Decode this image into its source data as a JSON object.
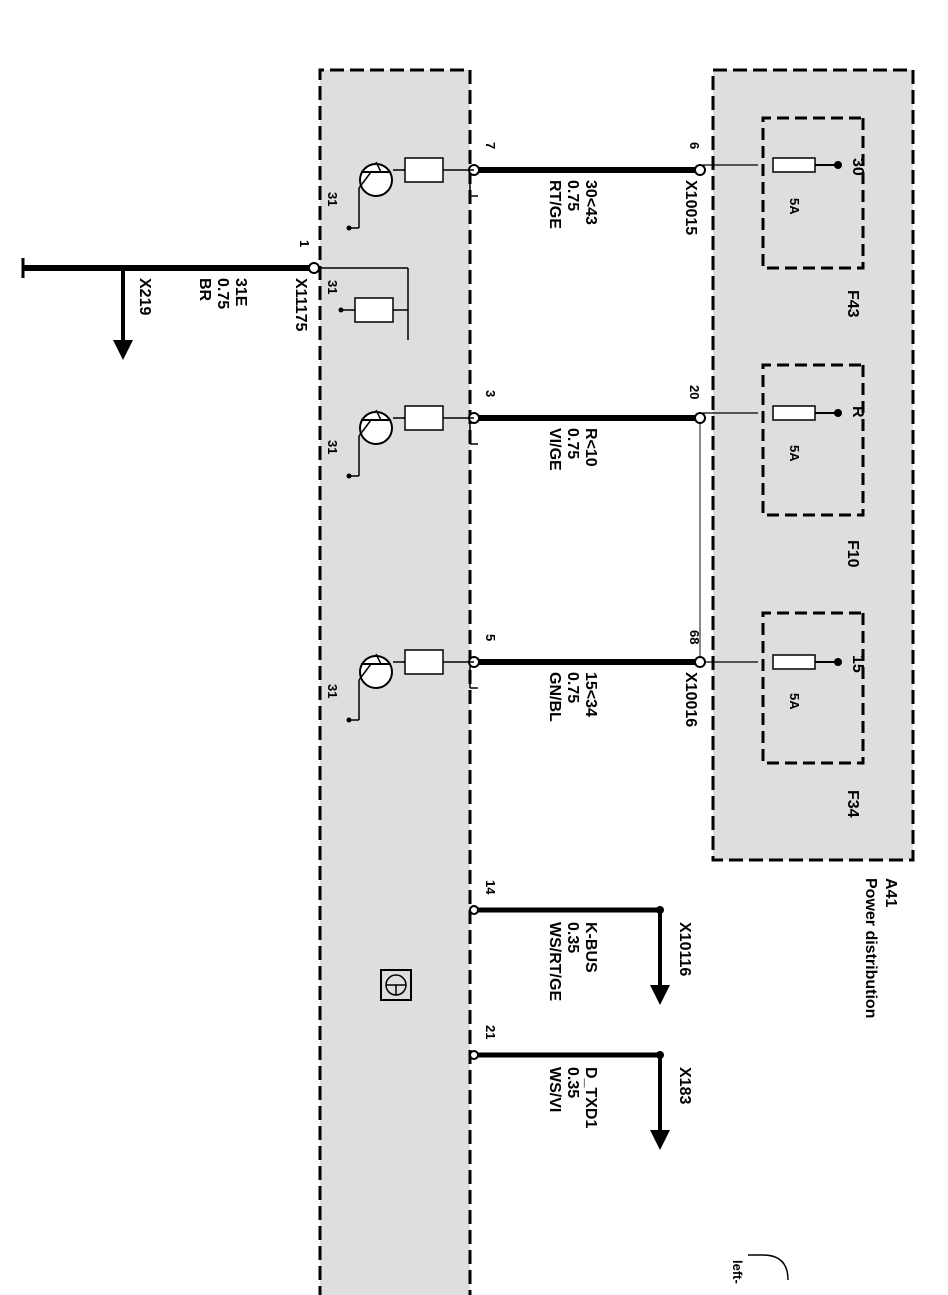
{
  "power_distribution": {
    "id": "A41",
    "name": "Power distribution",
    "fuses": [
      {
        "terminal": "30",
        "rating": "5A",
        "name": "F43"
      },
      {
        "terminal": "R",
        "rating": "5A",
        "name": "F10"
      },
      {
        "terminal": "15",
        "rating": "5A",
        "name": "F34"
      }
    ]
  },
  "connectors": {
    "x10015": "X10015",
    "x10016": "X10016",
    "x11175": "X11175"
  },
  "wires": [
    {
      "pd_pin": "6",
      "module_pin": "7",
      "signal": "30<43",
      "gauge": "0.75",
      "color": "RT/GE"
    },
    {
      "pd_pin": "20",
      "module_pin": "3",
      "signal": "R<10",
      "gauge": "0.75",
      "color": "VI/GE"
    },
    {
      "pd_pin": "68",
      "module_pin": "5",
      "signal": "15<34",
      "gauge": "0.75",
      "color": "GN/BL"
    }
  ],
  "ground": {
    "pin": "1",
    "connector": "X11175",
    "signal": "31E",
    "gauge": "0.75",
    "color": "BR",
    "target": "X219",
    "terminal": "31"
  },
  "transistor_ground": "31",
  "buses": [
    {
      "pin": "14",
      "signal": "K-BUS",
      "gauge": "0.35",
      "color": "WS/RT/GE",
      "target": "X10116"
    },
    {
      "pin": "21",
      "signal": "D_TXD1",
      "gauge": "0.35",
      "color": "WS/VI",
      "target": "X183"
    }
  ],
  "corner_note": "left-"
}
